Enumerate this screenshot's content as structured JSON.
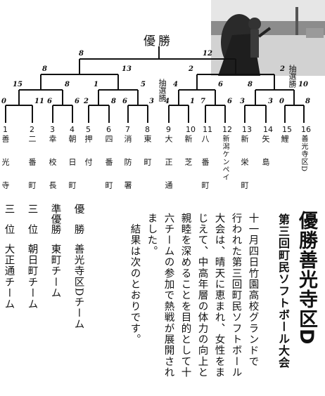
{
  "bracket": {
    "champion_label": "優勝",
    "lottery_label": "抽選勝",
    "teams": [
      {
        "no": "1",
        "name": "善光寺"
      },
      {
        "no": "2",
        "name": "二番町"
      },
      {
        "no": "3",
        "name": "幸校長"
      },
      {
        "no": "4",
        "name": "朝日町"
      },
      {
        "no": "5",
        "name": "押付"
      },
      {
        "no": "6",
        "name": "四番町"
      },
      {
        "no": "7",
        "name": "消防署"
      },
      {
        "no": "8",
        "name": "東町"
      },
      {
        "no": "9",
        "name": "大正通"
      },
      {
        "no": "10",
        "name": "新芝"
      },
      {
        "no": "11",
        "name": "八番町"
      },
      {
        "no": "12",
        "name": "新潟ケンペイ"
      },
      {
        "no": "13",
        "name": "新栄町"
      },
      {
        "no": "14",
        "name": "矢島"
      },
      {
        "no": "15",
        "name": "鯉"
      },
      {
        "no": "16",
        "name": "善光寺区D"
      }
    ]
  },
  "article": {
    "headline": "優勝善光寺区D",
    "subheadline": "第三回町民ソフトボール大会",
    "body_lines": [
      "十一月四日竹園高校グランドで",
      "行われた第三回町民ソフトボール",
      "大会は、晴天に恵まれ、女性をま",
      "じえて、中高年層の体力の向上と",
      "親睦を深めることを目的として十",
      "六チームの参加で熱戦が展開され",
      "ました。",
      "　結果は次のとおりです。"
    ],
    "results": [
      {
        "rank": "優　勝",
        "team": "善光寺区Dチーム"
      },
      {
        "rank": "準優勝",
        "team": "東町チーム"
      },
      {
        "rank": "三　位",
        "team": "朝日町チーム"
      },
      {
        "rank": "三　位",
        "team": "大正通チーム"
      }
    ]
  }
}
